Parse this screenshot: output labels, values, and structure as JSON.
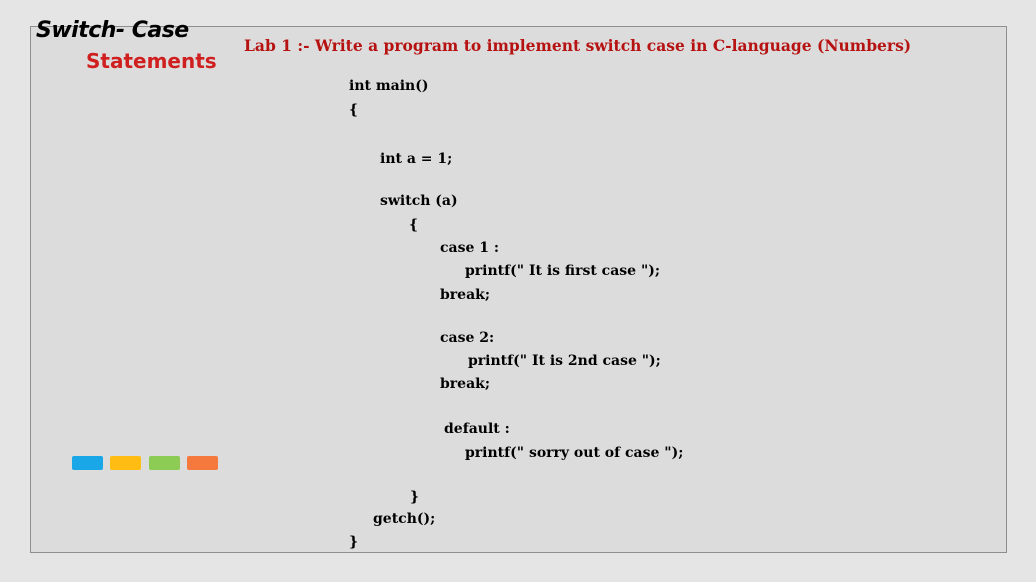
{
  "slide": {
    "title_line1": "Switch- Case",
    "title_line2": "Statements",
    "lab_heading": "Lab 1 :- Write a program to implement switch case in C-language (Numbers)"
  },
  "code": {
    "lines": [
      "int main()",
      "{",
      "int a = 1;",
      "switch (a)",
      "{",
      "case 1 :",
      "printf(\" It is first case \");",
      "break;",
      "case 2:",
      "printf(\" It is 2nd case \");",
      "break;",
      "default :",
      "printf(\" sorry out of case \");",
      "}",
      "getch();",
      "}"
    ]
  },
  "decor": {
    "swatch_colors": [
      "#1aa7e8",
      "#ffbd14",
      "#8ccc55",
      "#f5793c"
    ]
  },
  "colors": {
    "accent_red": "#d01f1f",
    "heading_red": "#b61212",
    "panel_bg": "#dcdcdc"
  }
}
